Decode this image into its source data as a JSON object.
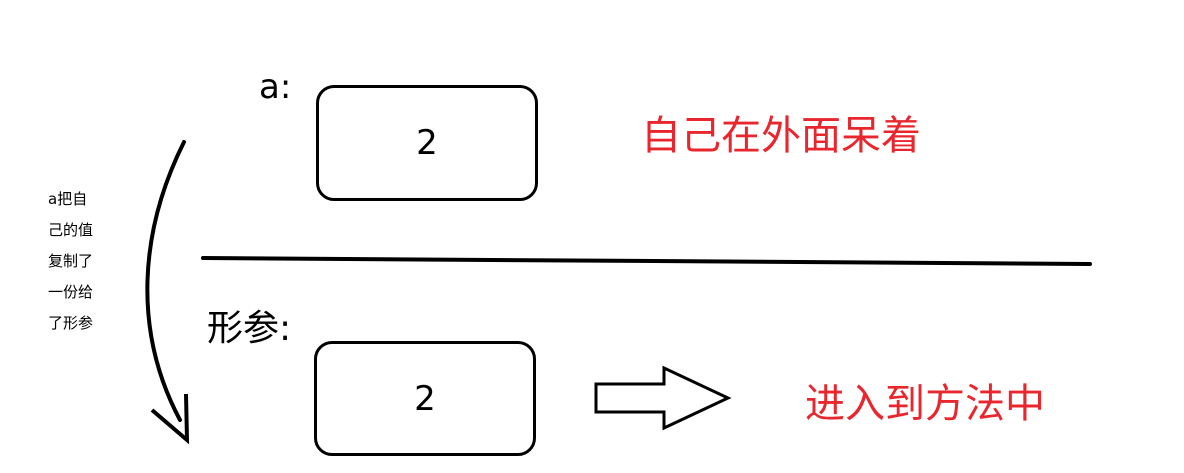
{
  "diagram": {
    "variable_label": "a:",
    "variable_value": "2",
    "outside_caption": "自己在外面呆着",
    "param_label": "形参:",
    "param_value": "2",
    "enter_caption": "进入到方法中",
    "copy_note_lines": [
      "a把自",
      "己的值",
      "复制了",
      "一份给",
      "了形参"
    ],
    "colors": {
      "caption": "#e8262e",
      "stroke": "#000000"
    }
  }
}
